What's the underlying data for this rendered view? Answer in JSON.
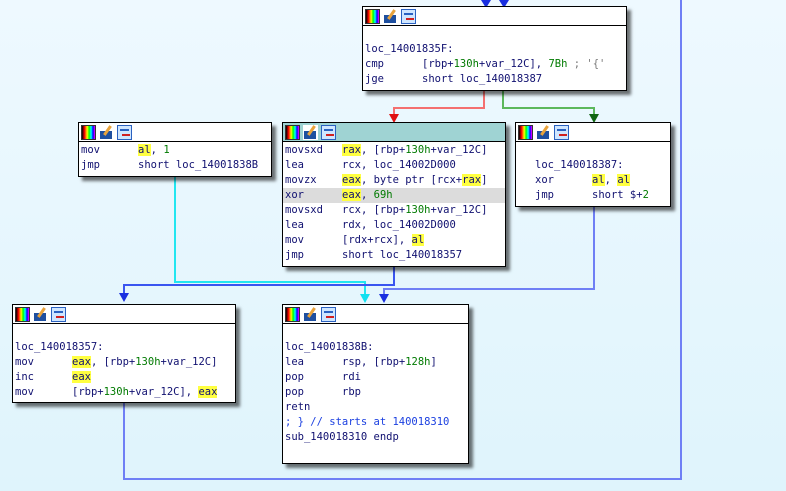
{
  "colors": {
    "true_edge": "#118a11",
    "false_edge": "#f04040",
    "normal_edge": "#3a55f0",
    "cyan_edge": "#22e6f0",
    "highlight": "#ffff40",
    "active_header": "#9fd3d3"
  },
  "header_icons": [
    "color-palette-icon",
    "edit-node-icon",
    "graph-view-icon"
  ],
  "nodes": {
    "cmp_block": {
      "label": "loc_14001835F:",
      "lines": [
        {
          "mn": "cmp",
          "a": "[rbp+",
          "b": "130h",
          "c": "+var_12C], ",
          "d": "7Bh",
          "e": " ; '{'"
        },
        {
          "mn": "jge",
          "a": "short loc_140018387"
        }
      ]
    },
    "set_one_block": {
      "lines": [
        {
          "mn": "mov",
          "reg": "al",
          "a": ", ",
          "num": "1"
        },
        {
          "mn": "jmp",
          "a": "short loc_14001838B"
        }
      ]
    },
    "xor_block": {
      "lines": [
        {
          "mn": "movsxd",
          "reg": "rax",
          "a": ", [rbp+",
          "num": "130h",
          "b": "+var_12C]"
        },
        {
          "mn": "lea",
          "a": "rcx, loc_14002D000"
        },
        {
          "mn": "movzx",
          "reg": "eax",
          "a": ", byte ptr [rcx+",
          "reg2": "rax",
          "b": "]"
        },
        {
          "mn": "xor",
          "reg": "eax",
          "a": ", ",
          "num": "69h"
        },
        {
          "mn": "movsxd",
          "a": "rcx, [rbp+",
          "num": "130h",
          "b": "+var_12C]"
        },
        {
          "mn": "lea",
          "a": "rdx, loc_14002D000"
        },
        {
          "mn": "mov",
          "a": "[rdx+rcx], ",
          "reg": "al"
        },
        {
          "mn": "jmp",
          "a": "short loc_140018357"
        }
      ]
    },
    "clear_block": {
      "label": "loc_140018387:",
      "lines": [
        {
          "mn": "xor",
          "reg": "al",
          "a": ", ",
          "reg2": "al"
        },
        {
          "mn": "jmp",
          "a": "short $+",
          "num": "2"
        }
      ]
    },
    "inc_block": {
      "label": "loc_140018357:",
      "lines": [
        {
          "mn": "mov",
          "reg": "eax",
          "a": ", [rbp+",
          "num": "130h",
          "b": "+var_12C]"
        },
        {
          "mn": "inc",
          "reg": "eax"
        },
        {
          "mn": "mov",
          "a": "[rbp+",
          "num": "130h",
          "b": "+var_12C], ",
          "reg": "eax"
        }
      ]
    },
    "ret_block": {
      "label": "loc_14001838B:",
      "lines": [
        {
          "mn": "lea",
          "a": "rsp, [rbp+",
          "num": "128h",
          "b": "]"
        },
        {
          "mn": "pop",
          "a": "rdi"
        },
        {
          "mn": "pop",
          "a": "rbp"
        },
        {
          "mn": "retn"
        }
      ],
      "comment": "; } // starts at 140018310",
      "endp": "sub_140018310 endp"
    }
  }
}
